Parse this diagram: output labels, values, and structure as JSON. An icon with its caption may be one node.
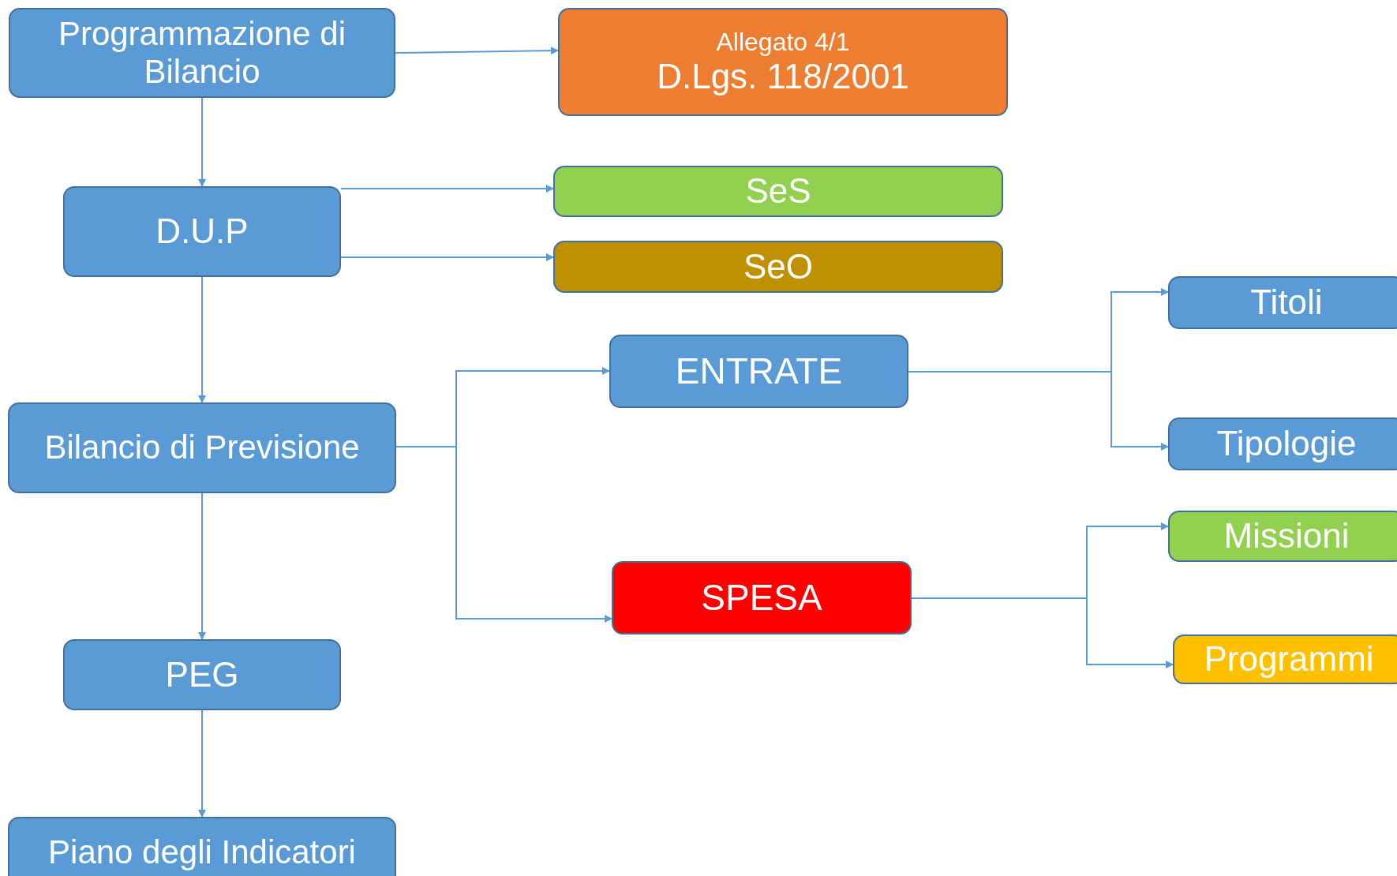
{
  "diagram": {
    "nodes": [
      {
        "text": [
          "Programmazione di Bilancio"
        ]
      },
      {
        "text": [
          "Allegato 4/1",
          "D.Lgs. 118/2001"
        ]
      },
      {
        "text": [
          "D.U.P"
        ]
      },
      {
        "text": [
          "SeS"
        ]
      },
      {
        "text": [
          "SeO"
        ]
      },
      {
        "text": [
          "Bilancio di Previsione"
        ]
      },
      {
        "text": [
          "ENTRATE"
        ]
      },
      {
        "text": [
          "SPESA"
        ]
      },
      {
        "text": [
          "Titoli"
        ]
      },
      {
        "text": [
          "Tipologie"
        ]
      },
      {
        "text": [
          "Missioni"
        ]
      },
      {
        "text": [
          "Programmi"
        ]
      },
      {
        "text": [
          "PEG"
        ]
      },
      {
        "text": [
          "Piano degli Indicatori"
        ]
      }
    ],
    "edges": [
      {
        "from": 0,
        "to": 1,
        "arrow": "to"
      },
      {
        "from": 0,
        "to": 2,
        "arrow": "to"
      },
      {
        "from": 2,
        "to": 3,
        "arrow": "to"
      },
      {
        "from": 2,
        "to": 4,
        "arrow": "to"
      },
      {
        "from": 2,
        "to": 5,
        "arrow": "to"
      },
      {
        "from": 5,
        "to": 6,
        "arrow": "to"
      },
      {
        "from": 5,
        "to": 7,
        "arrow": "to"
      },
      {
        "from": 5,
        "to": 12,
        "arrow": "to"
      },
      {
        "from": 12,
        "to": 13,
        "arrow": "to"
      },
      {
        "from": 6,
        "to": 8,
        "arrow": "to"
      },
      {
        "from": 6,
        "to": 9,
        "arrow": "to"
      },
      {
        "from": 7,
        "to": 10,
        "arrow": "to"
      },
      {
        "from": 7,
        "to": 11,
        "arrow": "to"
      }
    ]
  }
}
